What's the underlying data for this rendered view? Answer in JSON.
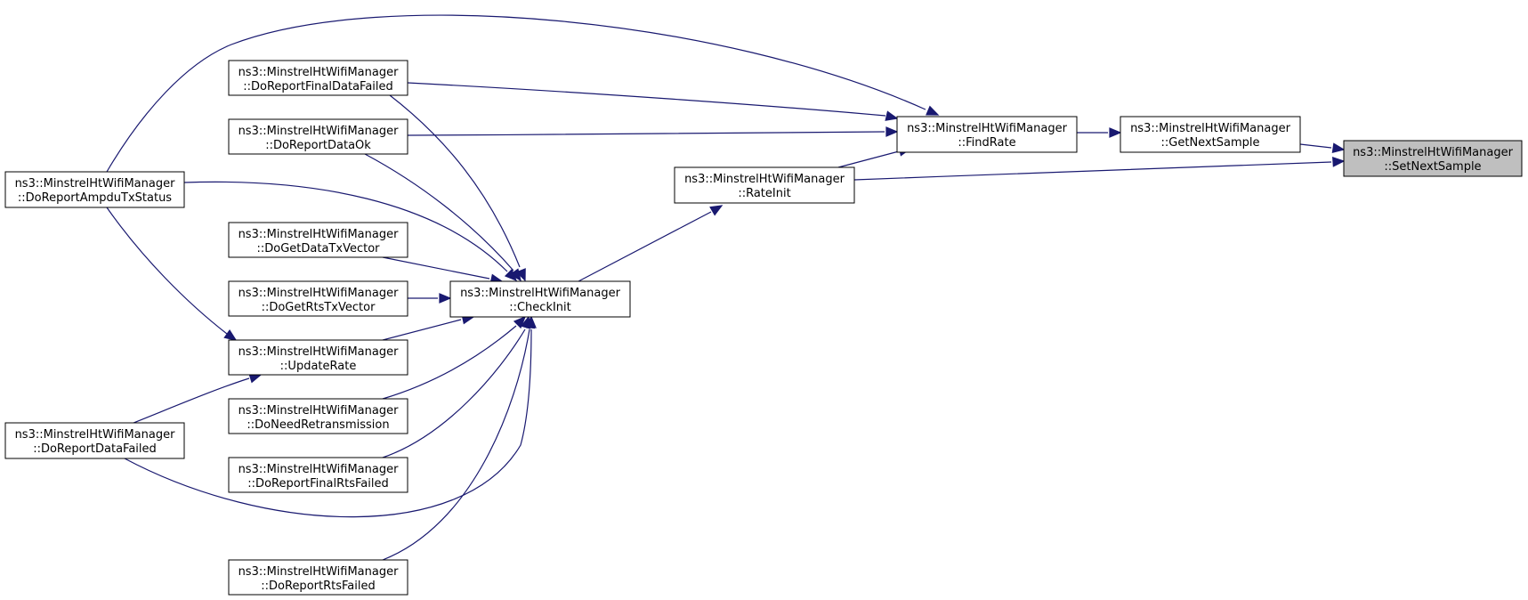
{
  "colors": {
    "edge": "#191970",
    "node_fill": "#ffffff",
    "focus_fill": "#bfbfbf",
    "border": "#000000"
  },
  "nodes": [
    {
      "id": "setnextsample",
      "name": "setnextsample-node",
      "focus": true,
      "line1": "ns3::MinstrelHtWifiManager",
      "line2": "::SetNextSample"
    },
    {
      "id": "getnextsample",
      "name": "getnextsample-node",
      "line1": "ns3::MinstrelHtWifiManager",
      "line2": "::GetNextSample"
    },
    {
      "id": "findrate",
      "name": "findrate-node",
      "line1": "ns3::MinstrelHtWifiManager",
      "line2": "::FindRate"
    },
    {
      "id": "rateinit",
      "name": "rateinit-node",
      "line1": "ns3::MinstrelHtWifiManager",
      "line2": "::RateInit"
    },
    {
      "id": "checkinit",
      "name": "checkinit-node",
      "line1": "ns3::MinstrelHtWifiManager",
      "line2": "::CheckInit"
    },
    {
      "id": "doreportfinaldatafailed",
      "name": "doreportfinaldatafailed-node",
      "line1": "ns3::MinstrelHtWifiManager",
      "line2": "::DoReportFinalDataFailed"
    },
    {
      "id": "doreportdataok",
      "name": "doreportdataok-node",
      "line1": "ns3::MinstrelHtWifiManager",
      "line2": "::DoReportDataOk"
    },
    {
      "id": "doreportampdutxstatus",
      "name": "doreportampdutxstatus-node",
      "line1": "ns3::MinstrelHtWifiManager",
      "line2": "::DoReportAmpduTxStatus"
    },
    {
      "id": "dogetdatatxvector",
      "name": "dogetdatatxvector-node",
      "line1": "ns3::MinstrelHtWifiManager",
      "line2": "::DoGetDataTxVector"
    },
    {
      "id": "dogetrtstxvector",
      "name": "dogetrtstxvector-node",
      "line1": "ns3::MinstrelHtWifiManager",
      "line2": "::DoGetRtsTxVector"
    },
    {
      "id": "updaterate",
      "name": "updaterate-node",
      "line1": "ns3::MinstrelHtWifiManager",
      "line2": "::UpdateRate"
    },
    {
      "id": "doneedretransmission",
      "name": "doneedretransmission-node",
      "line1": "ns3::MinstrelHtWifiManager",
      "line2": "::DoNeedRetransmission"
    },
    {
      "id": "doreportdatafailed",
      "name": "doreportdatafailed-node",
      "line1": "ns3::MinstrelHtWifiManager",
      "line2": "::DoReportDataFailed"
    },
    {
      "id": "doreportfinalrtsfailed",
      "name": "doreportfinalrtsfailed-node",
      "line1": "ns3::MinstrelHtWifiManager",
      "line2": "::DoReportFinalRtsFailed"
    },
    {
      "id": "doreportrtsfailed",
      "name": "doreportrtsfailed-node",
      "line1": "ns3::MinstrelHtWifiManager",
      "line2": "::DoReportRtsFailed"
    }
  ],
  "edges": [
    {
      "from": "getnextsample",
      "to": "setnextsample"
    },
    {
      "from": "rateinit",
      "to": "setnextsample"
    },
    {
      "from": "findrate",
      "to": "getnextsample"
    },
    {
      "from": "doreportampdutxstatus",
      "to": "findrate"
    },
    {
      "from": "doreportfinaldatafailed",
      "to": "findrate"
    },
    {
      "from": "doreportdataok",
      "to": "findrate"
    },
    {
      "from": "rateinit",
      "to": "findrate"
    },
    {
      "from": "checkinit",
      "to": "rateinit"
    },
    {
      "from": "doreportfinaldatafailed",
      "to": "checkinit"
    },
    {
      "from": "doreportdataok",
      "to": "checkinit"
    },
    {
      "from": "doreportampdutxstatus",
      "to": "checkinit"
    },
    {
      "from": "dogetdatatxvector",
      "to": "checkinit"
    },
    {
      "from": "dogetrtstxvector",
      "to": "checkinit"
    },
    {
      "from": "updaterate",
      "to": "checkinit"
    },
    {
      "from": "doneedretransmission",
      "to": "checkinit"
    },
    {
      "from": "doreportfinalrtsfailed",
      "to": "checkinit"
    },
    {
      "from": "doreportdatafailed",
      "to": "checkinit"
    },
    {
      "from": "doreportrtsfailed",
      "to": "checkinit"
    },
    {
      "from": "doreportampdutxstatus",
      "to": "updaterate"
    },
    {
      "from": "doreportdatafailed",
      "to": "updaterate"
    }
  ]
}
